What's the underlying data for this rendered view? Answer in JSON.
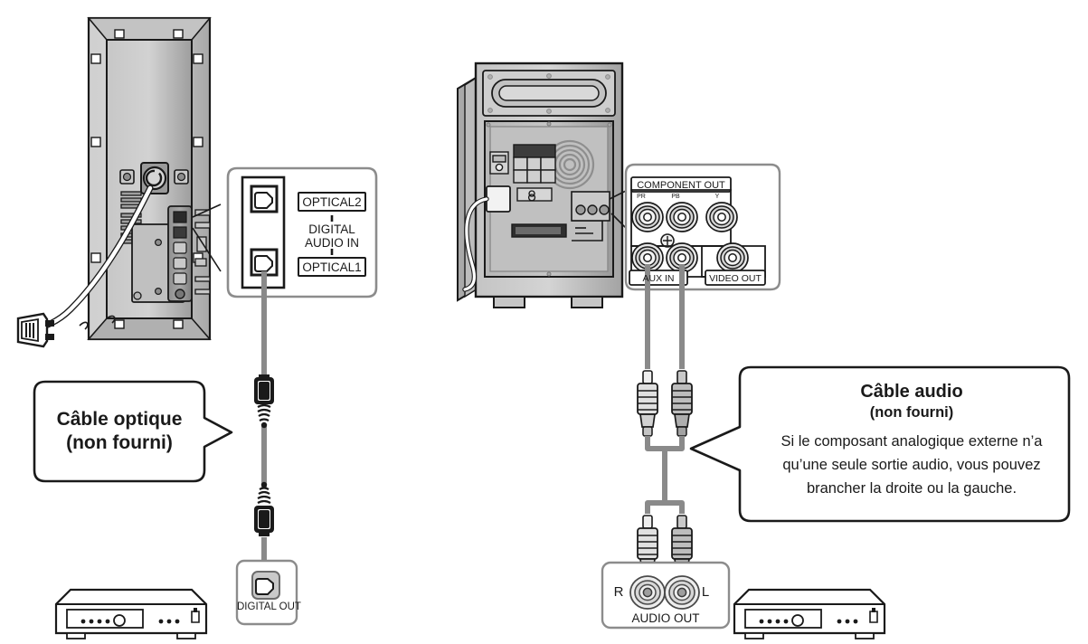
{
  "document": {
    "type": "connection-diagram",
    "language": "fr",
    "background_color": "#ffffff",
    "ink_color": "#1a1a1a"
  },
  "left_diagram": {
    "name": "optical-digital-audio-connection",
    "device_rear_label": "",
    "callout_panel": {
      "name": "digital-audio-in-callout",
      "jack_top_label": "OPTICAL2",
      "center_line_1": "DIGITAL",
      "center_line_2": "AUDIO IN",
      "jack_bottom_label": "OPTICAL1",
      "separator": "|"
    },
    "cable_callout": {
      "title_line_1": "Câble optique",
      "title_line_2": "(non fourni)"
    },
    "source_device": {
      "jack_box_label": "DIGITAL OUT"
    }
  },
  "right_diagram": {
    "name": "analog-audio-connection",
    "callout_panel": {
      "name": "component-out-callout",
      "header_label": "COMPONENT OUT",
      "component_jacks": [
        "PR",
        "PB",
        "Y"
      ],
      "bottom_left_label": "AUX IN",
      "bottom_right_label": "VIDEO OUT"
    },
    "cable_callout": {
      "title_line_1": "Câble audio",
      "title_line_2": "(non fourni)",
      "body_line_1": "Si le composant analogique externe n’a",
      "body_line_2": "qu’une seule sortie audio, vous pouvez",
      "body_line_3": "brancher la droite ou la gauche."
    },
    "source_device": {
      "jack_box_label": "AUDIO OUT",
      "channel_right": "R",
      "channel_left": "L"
    }
  },
  "colors": {
    "outline": "#1a1a1a",
    "panel_light": "#d8d8d8",
    "panel_mid": "#b9b9b9",
    "panel_dark": "#8f8f8f",
    "cable_gray": "#8a8a8a",
    "white": "#ffffff"
  }
}
